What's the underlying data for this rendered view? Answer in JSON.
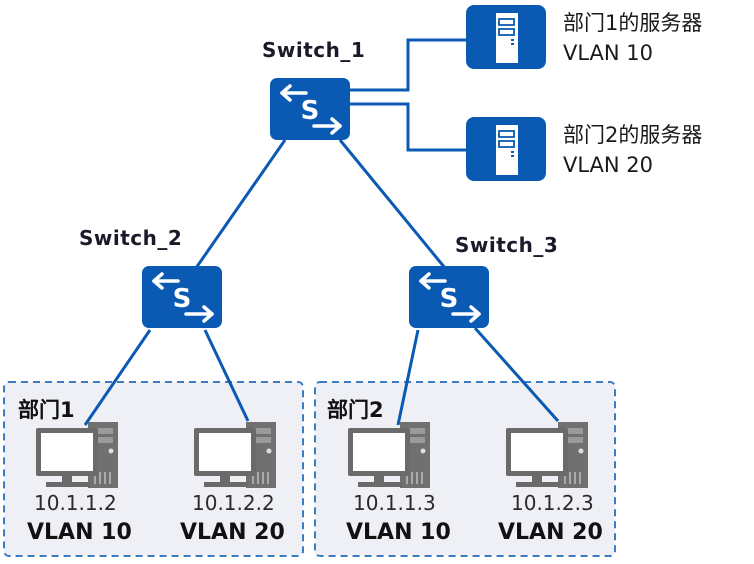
{
  "colors": {
    "device_blue": "#0A5AB4",
    "link_blue": "#0A5AB4",
    "pc_gray": "#6e6e6e",
    "zone_fill": "#eef0f5",
    "zone_border": "#3b7cc4"
  },
  "switches": [
    {
      "id": "sw1",
      "label": "Switch_1",
      "icon": "switch-icon"
    },
    {
      "id": "sw2",
      "label": "Switch_2",
      "icon": "switch-icon"
    },
    {
      "id": "sw3",
      "label": "Switch_3",
      "icon": "switch-icon"
    }
  ],
  "servers": [
    {
      "id": "srv1",
      "name": "部门1的服务器",
      "vlan": "VLAN 10",
      "icon": "server-icon"
    },
    {
      "id": "srv2",
      "name": "部门2的服务器",
      "vlan": "VLAN 20",
      "icon": "server-icon"
    }
  ],
  "departments": [
    {
      "label": "部门1",
      "hosts": [
        {
          "ip": "10.1.1.2",
          "vlan": "VLAN 10",
          "icon": "pc-icon"
        },
        {
          "ip": "10.1.2.2",
          "vlan": "VLAN 20",
          "icon": "pc-icon"
        }
      ]
    },
    {
      "label": "部门2",
      "hosts": [
        {
          "ip": "10.1.1.3",
          "vlan": "VLAN 10",
          "icon": "pc-icon"
        },
        {
          "ip": "10.1.2.3",
          "vlan": "VLAN 20",
          "icon": "pc-icon"
        }
      ]
    }
  ],
  "links": [
    [
      "sw1",
      "srv1"
    ],
    [
      "sw1",
      "srv2"
    ],
    [
      "sw1",
      "sw2"
    ],
    [
      "sw1",
      "sw3"
    ],
    [
      "sw2",
      "pc1"
    ],
    [
      "sw2",
      "pc2"
    ],
    [
      "sw3",
      "pc3"
    ],
    [
      "sw3",
      "pc4"
    ]
  ]
}
